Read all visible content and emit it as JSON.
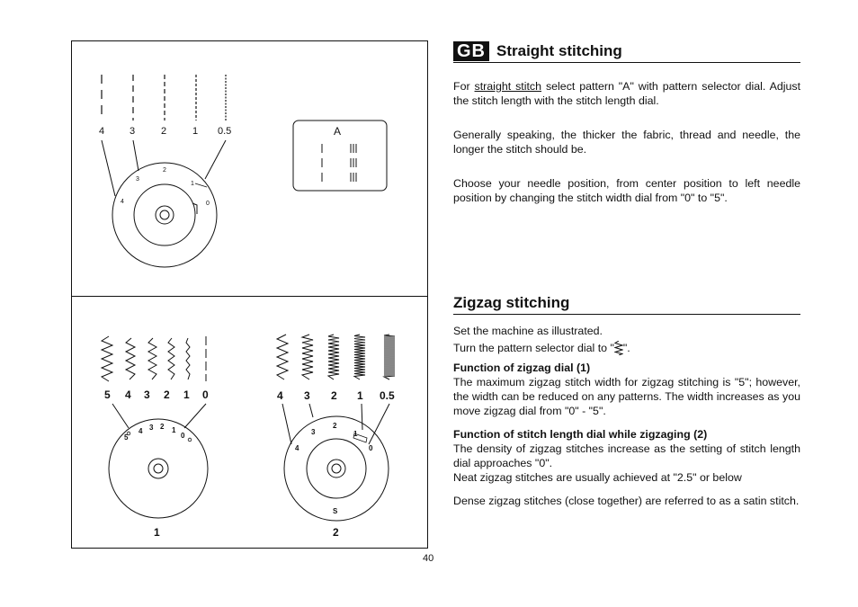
{
  "figure": {
    "dial_a_labels": [
      "4",
      "3",
      "2",
      "1",
      "0.5"
    ],
    "dial_a_ring": [
      "4",
      "3",
      "2",
      "1",
      "0"
    ],
    "pattern_window_label": "A",
    "dial_b_labels": [
      "5",
      "4",
      "3",
      "2",
      "1",
      "0"
    ],
    "dial_b_ring": [
      "5",
      "4",
      "3",
      "2",
      "1",
      "0"
    ],
    "dial_c_labels": [
      "4",
      "3",
      "2",
      "1",
      "0.5"
    ],
    "dial_c_ring": [
      "4",
      "3",
      "2",
      "1",
      "0"
    ],
    "dial_c_mark": "S",
    "caption_left": "1",
    "caption_right": "2"
  },
  "straight": {
    "badge": "GB",
    "title": "Straight stitching",
    "p1_pre": "For ",
    "p1_link": "straight stitch",
    "p1_post": " select pattern \"A\" with pattern selector dial. Adjust the stitch length with the stitch length dial.",
    "p2": "Generally speaking, the thicker the fabric, thread and needle, the longer the stitch should be.",
    "p3": "Choose your needle position, from center position to left needle position by changing the stitch width dial from \"0\" to \"5\"."
  },
  "zigzag": {
    "title": "Zigzag stitching",
    "p1": "Set the machine as illustrated.",
    "p2_pre": "Turn the pattern selector dial to \"",
    "p2_post": "\".",
    "h1": "Function of zigzag dial (1)",
    "p3": "The maximum zigzag stitch width for zigzag stitching is \"5\"; however, the width can be reduced on any patterns.  The width increases as you move zigzag dial from \"0\" - \"5\".",
    "h2": "Function of stitch length dial while zigzaging (2)",
    "p4": "The density of zigzag stitches increase as the setting of stitch length dial approaches \"0\".",
    "p5": "Neat zigzag stitches are usually achieved at \"2.5\" or below",
    "p6": "Dense zigzag stitches (close together) are referred to as a satin stitch."
  },
  "page_number": "40"
}
